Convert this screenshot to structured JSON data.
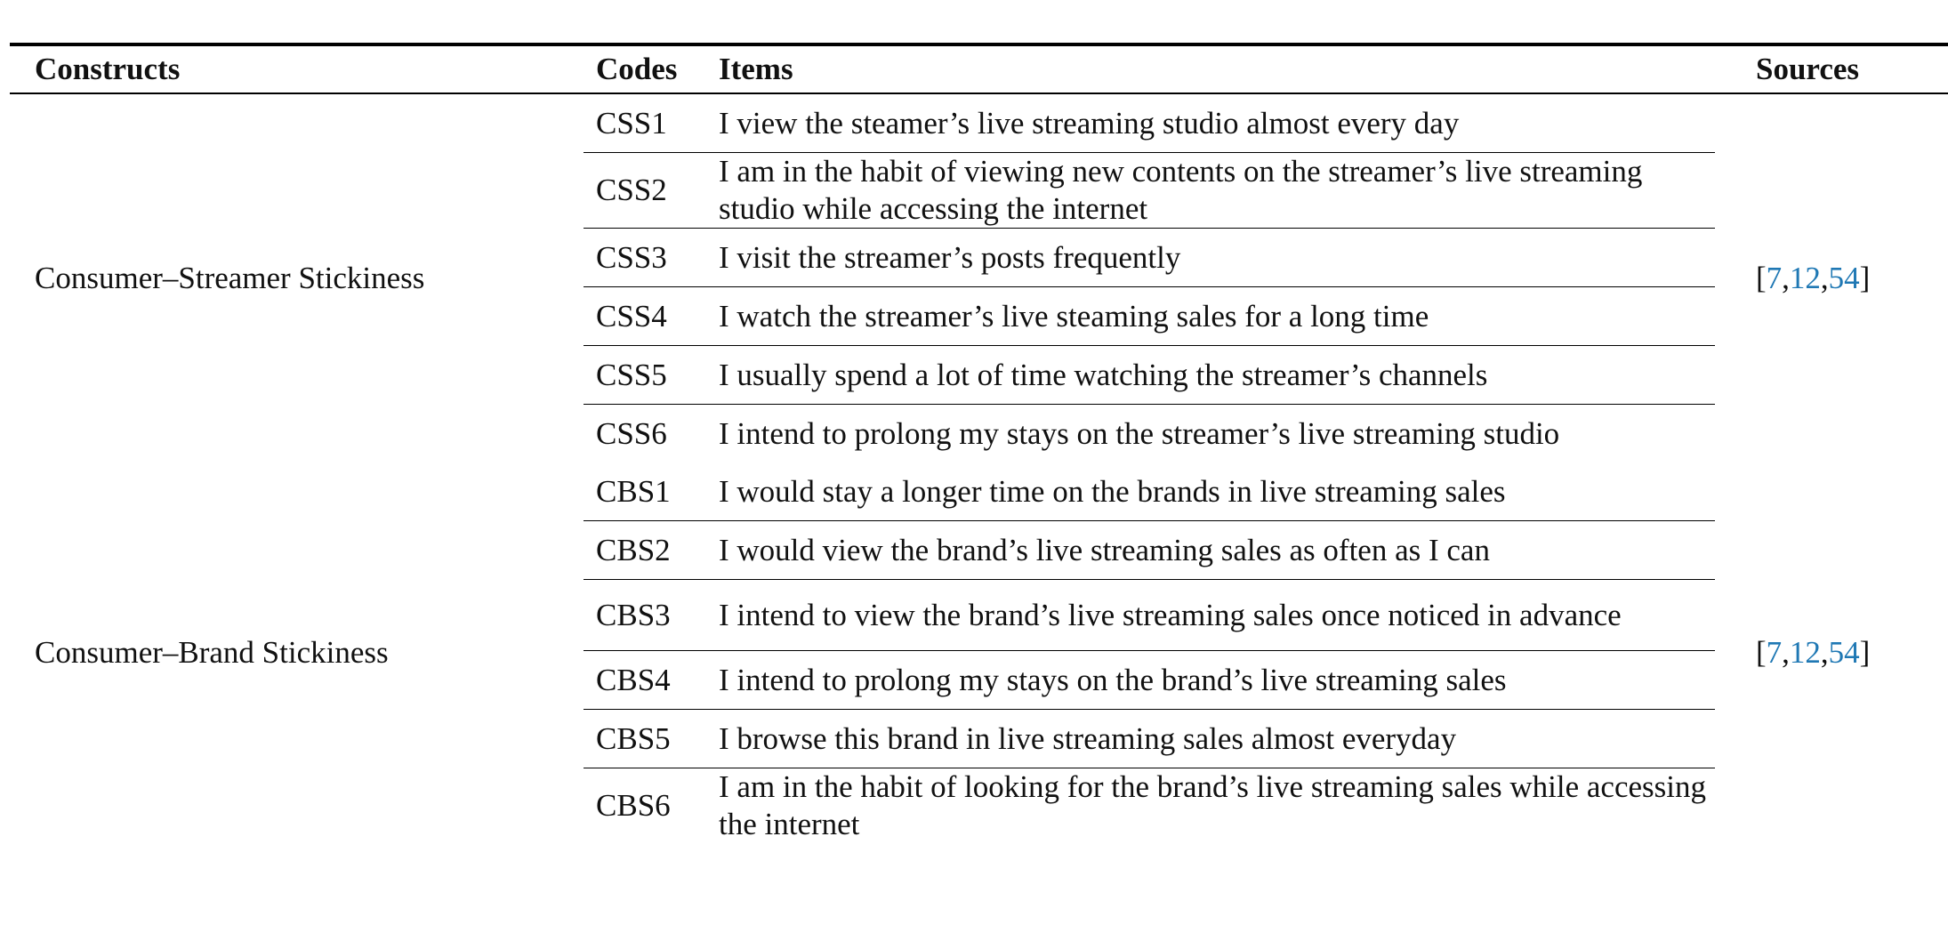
{
  "headers": {
    "constructs": "Constructs",
    "codes": "Codes",
    "items": "Items",
    "sources": "Sources"
  },
  "groups": [
    {
      "construct": "Consumer–Streamer Stickiness",
      "sources": {
        "open": "[",
        "refs": [
          "7",
          "12",
          "54"
        ],
        "close": "]"
      },
      "rows": [
        {
          "code": "CSS1",
          "item": "I view the steamer’s live streaming studio almost every day"
        },
        {
          "code": "CSS2",
          "item": "I am in the habit of viewing new contents on the streamer’s live streaming studio while accessing the internet"
        },
        {
          "code": "CSS3",
          "item": "I visit the streamer’s posts frequently"
        },
        {
          "code": "CSS4",
          "item": "I watch the streamer’s live steaming sales for a long time"
        },
        {
          "code": "CSS5",
          "item": "I usually spend a lot of time watching the streamer’s channels"
        },
        {
          "code": "CSS6",
          "item": "I intend to prolong my stays on the streamer’s live streaming studio"
        }
      ]
    },
    {
      "construct": "Consumer–Brand Stickiness",
      "sources": {
        "open": "[",
        "refs": [
          "7",
          "12",
          "54"
        ],
        "close": "]"
      },
      "rows": [
        {
          "code": "CBS1",
          "item": "I would stay a longer time on the brands in live streaming sales"
        },
        {
          "code": "CBS2",
          "item": "I would view the brand’s live streaming sales as often as I can"
        },
        {
          "code": "CBS3",
          "item": "I intend to view the brand’s live streaming sales once noticed in advance"
        },
        {
          "code": "CBS4",
          "item": "I intend to prolong my stays on the brand’s live streaming sales"
        },
        {
          "code": "CBS5",
          "item": "I browse this brand in live streaming sales almost everyday"
        },
        {
          "code": "CBS6",
          "item": "I am in the habit of looking for the brand’s live streaming sales while accessing the internet"
        }
      ]
    }
  ],
  "colors": {
    "citation": "#1f78b4"
  }
}
